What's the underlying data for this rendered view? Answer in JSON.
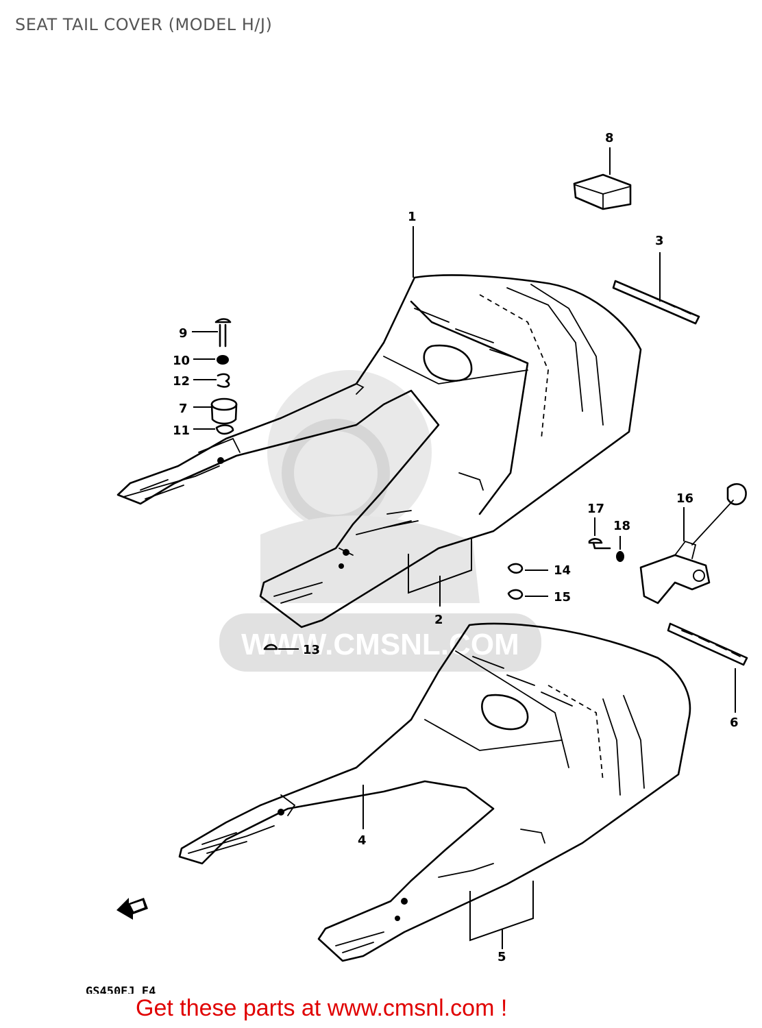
{
  "title": "SEAT TAIL COVER (MODEL H/J)",
  "footer_code": "GS450EJ E4",
  "cta_text": "Get these parts at www.cmsnl.com !",
  "watermark_text": "WWW.CMSNL.COM",
  "callouts": [
    "1",
    "2",
    "3",
    "4",
    "5",
    "6",
    "7",
    "8",
    "9",
    "10",
    "11",
    "12",
    "13",
    "14",
    "15",
    "16",
    "17",
    "18"
  ],
  "colors": {
    "cta": "#e00000",
    "title": "#555555",
    "line": "#000000",
    "watermark": "#dcdcdc"
  },
  "icons": [
    "front-direction-arrow-icon",
    "cmsnl-watermark-logo"
  ]
}
